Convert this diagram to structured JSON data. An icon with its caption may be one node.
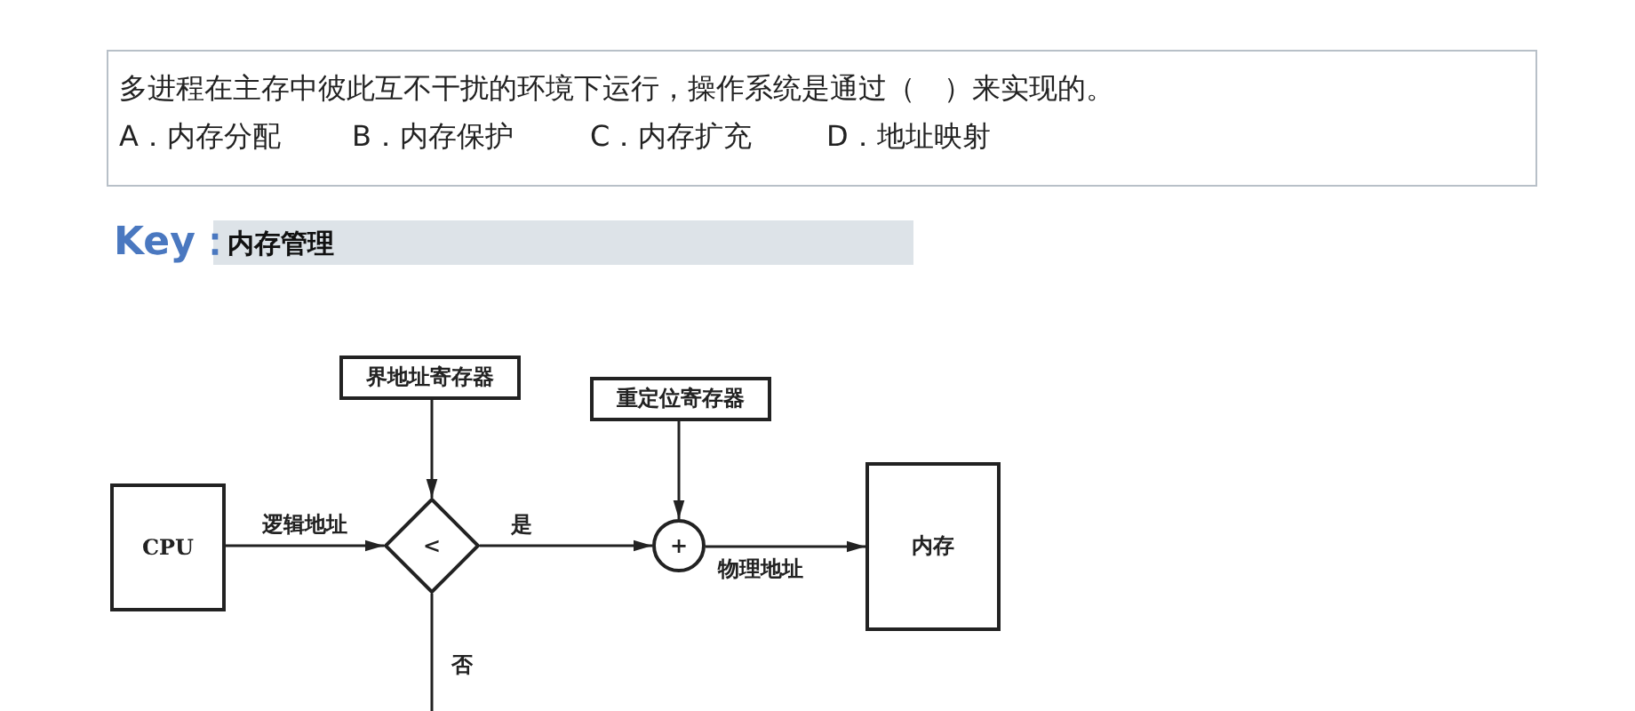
{
  "diagram": {
    "nodes": [
      {
        "text": [
          "CPU"
        ]
      },
      {
        "text": [
          "<"
        ]
      },
      {
        "text": [
          "界地址寄存器"
        ]
      },
      {
        "text": [
          "重定位寄存器"
        ]
      },
      {
        "text": [
          "+"
        ]
      },
      {
        "text": [
          "内存"
        ]
      }
    ],
    "edges": [
      {
        "from": 0,
        "to": 1,
        "arrow": "to",
        "label": "逻辑地址"
      },
      {
        "from": 2,
        "to": 1,
        "arrow": "to"
      },
      {
        "from": 1,
        "to": 4,
        "arrow": "to",
        "label": "是"
      },
      {
        "from": 3,
        "to": 4,
        "arrow": "to"
      },
      {
        "from": 4,
        "to": 5,
        "arrow": "to",
        "label": "物理地址"
      },
      {
        "from": 1,
        "to": null,
        "arrow": "none",
        "label": "否"
      }
    ],
    "labels": [
      "多进程在主存中彼此互不干扰的环境下运行，操作系统是通过（　）来实现的。",
      "A．内存分配",
      "B．内存保护",
      "C．内存扩充",
      "D．地址映射",
      "Key：",
      "内存管理"
    ]
  }
}
